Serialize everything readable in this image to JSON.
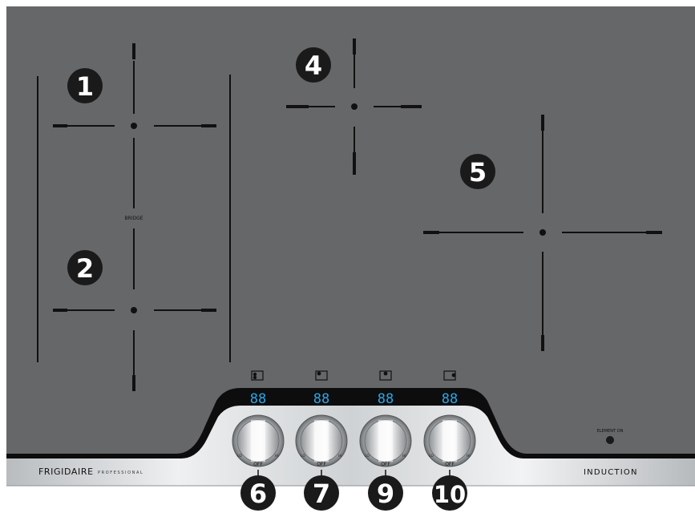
{
  "cooktop": {
    "brand": "FRIGIDAIRE",
    "line": "PROFESSIONAL",
    "type_label": "INDUCTION",
    "bridge_label": "BRIDGE",
    "element_on_label": "ELEMENT ON"
  },
  "zones": [
    {
      "number": "1"
    },
    {
      "number": "2"
    },
    {
      "number": "4"
    },
    {
      "number": "5"
    }
  ],
  "displays": [
    {
      "digits": "88"
    },
    {
      "digits": "88"
    },
    {
      "digits": "88"
    },
    {
      "digits": "88"
    }
  ],
  "knobs": [
    {
      "number": "6",
      "off_label": "OFF",
      "lo_label": "LO",
      "hi_label": "HI"
    },
    {
      "number": "7",
      "off_label": "OFF",
      "lo_label": "LO",
      "hi_label": "HI"
    },
    {
      "number": "9",
      "off_label": "OFF",
      "lo_label": "LO",
      "hi_label": "HI"
    },
    {
      "number": "10",
      "off_label": "OFF",
      "lo_label": "LO",
      "hi_label": "HI"
    }
  ],
  "colors": {
    "glass": "#666769",
    "glass_edge": "#3a3b3d",
    "line": "#111111",
    "display": "#2aa7e8",
    "badge": "#1a1a1a",
    "trim": "#c8cacc"
  }
}
